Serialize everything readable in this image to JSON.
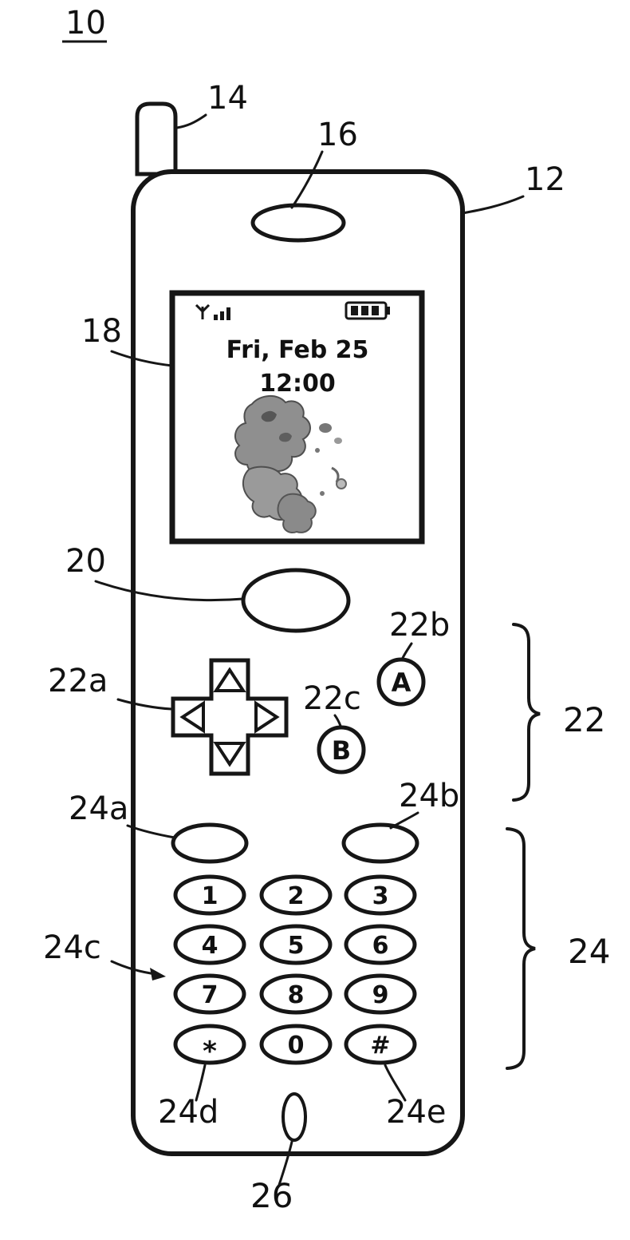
{
  "figure": {
    "number": "10",
    "ref_labels": {
      "antenna": "14",
      "speaker": "16",
      "housing": "12",
      "display": "18",
      "select_button": "20",
      "dpad": "22a",
      "a_button": "22b",
      "b_button": "22c",
      "operation_buttons_group": "22",
      "left_soft_button": "24a",
      "right_soft_button": "24b",
      "numeric_keypad": "24c",
      "keypad_group": "24",
      "star_key": "24d",
      "hash_key": "24e",
      "microphone": "26"
    },
    "screen": {
      "date": "Fri, Feb 25",
      "time": "12:00"
    },
    "icons": {
      "signal": "signal-strength-icon",
      "battery": "battery-level-icon"
    },
    "buttons": {
      "a": "A",
      "b": "B"
    },
    "keypad": {
      "keys": [
        "1",
        "2",
        "3",
        "4",
        "5",
        "6",
        "7",
        "8",
        "9",
        "*",
        "0",
        "#"
      ]
    },
    "line_color": "#161616"
  }
}
